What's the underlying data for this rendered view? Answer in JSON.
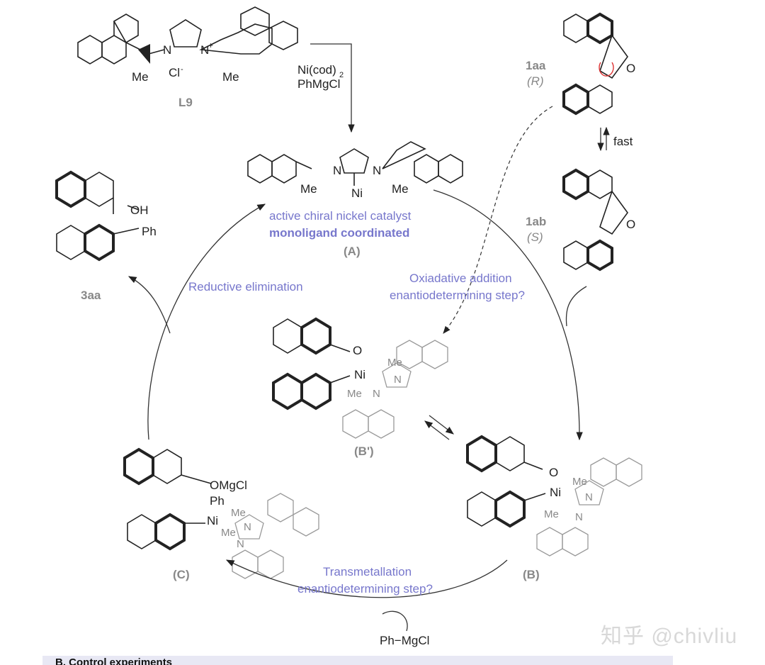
{
  "labels": {
    "L9": "L9",
    "ligand_cl": "Cl",
    "ligand_cl_sup": "-",
    "ligand_nplus": "+",
    "reagent_ni": "Ni(cod)",
    "reagent_ni_sub": "2",
    "reagent_grignard": "PhMgCl",
    "me": "Me",
    "n": "N",
    "ni": "Ni",
    "o": "O",
    "oh": "OH",
    "ph": "Ph",
    "omgcl": "OMgCl",
    "fast": "fast",
    "cmpd_1aa": "1aa",
    "cmpd_1aa_config": "(R)",
    "cmpd_1ab": "1ab",
    "cmpd_1ab_config": "(S)",
    "cmpd_3aa": "3aa",
    "cat_line1": "active chiral nickel catalyst",
    "cat_line2": "monoligand coordinated",
    "A": "(A)",
    "B": "(B)",
    "Bp": "(B')",
    "C": "(C)",
    "ox_line1": "Oxiadative addition",
    "ox_line2": "enantiodetermining step?",
    "red_elim": "Reductive elimination",
    "trans_line1": "Transmetallation",
    "trans_line2": "enantiodetermining step?",
    "phmgcl_in": "Ph−MgCl"
  },
  "footer": {
    "text": "B. Control experiments"
  },
  "watermark": "知乎 @chivliu",
  "colors": {
    "accent_blue": "#7777cc",
    "gray": "#888888"
  }
}
